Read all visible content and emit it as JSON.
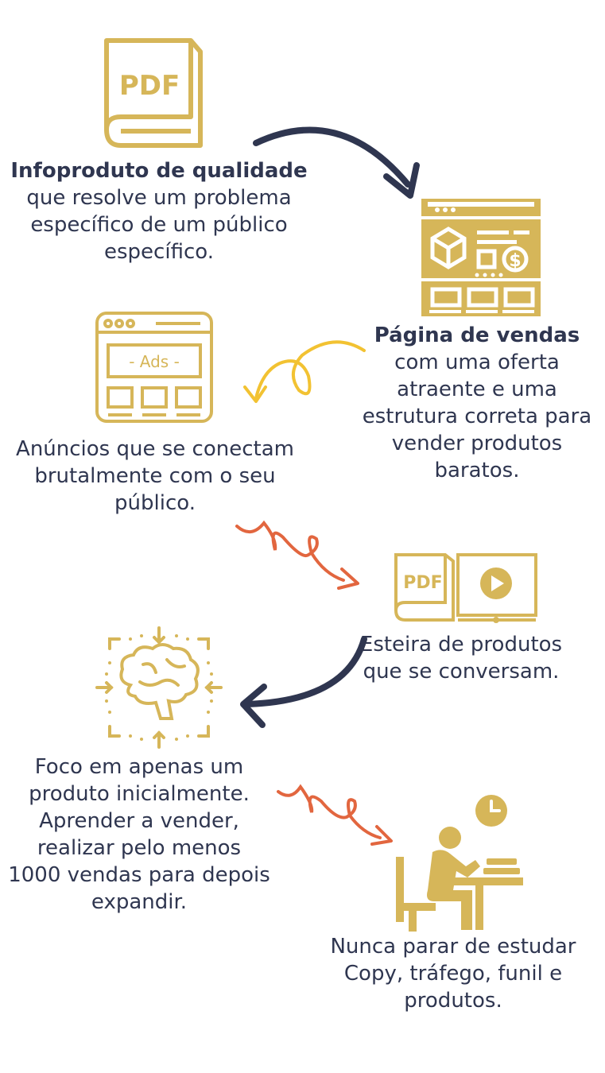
{
  "colors": {
    "gold": "#d6b659",
    "navy": "#2f3650",
    "orange": "#e2663f",
    "yellow": "#f2c232",
    "text": "#2f3650"
  },
  "steps": [
    {
      "icon": "pdf-book-icon",
      "bold": "Infoproduto de qualidade",
      "text": " que resolve um problema específico de um público específico."
    },
    {
      "icon": "sales-page-icon",
      "bold": "Página de vendas",
      "text": " com uma oferta atraente e uma estrutura correta para vender produtos baratos."
    },
    {
      "icon": "ads-window-icon",
      "ads_label": "- Ads -",
      "text": "Anúncios que se conectam brutalmente com o seu público."
    },
    {
      "icon": "pdf-video-icon",
      "pdf_label": "PDF",
      "text": "Esteira de produtos que se conversam."
    },
    {
      "icon": "brain-focus-icon",
      "text": "Foco em apenas um produto inicialmente. Aprender a vender, realizar pelo menos 1000 vendas para depois expandir."
    },
    {
      "icon": "person-studying-icon",
      "text": "Nunca parar de estudar Copy, tráfego, funil e produtos."
    }
  ],
  "pdf_label": "PDF"
}
